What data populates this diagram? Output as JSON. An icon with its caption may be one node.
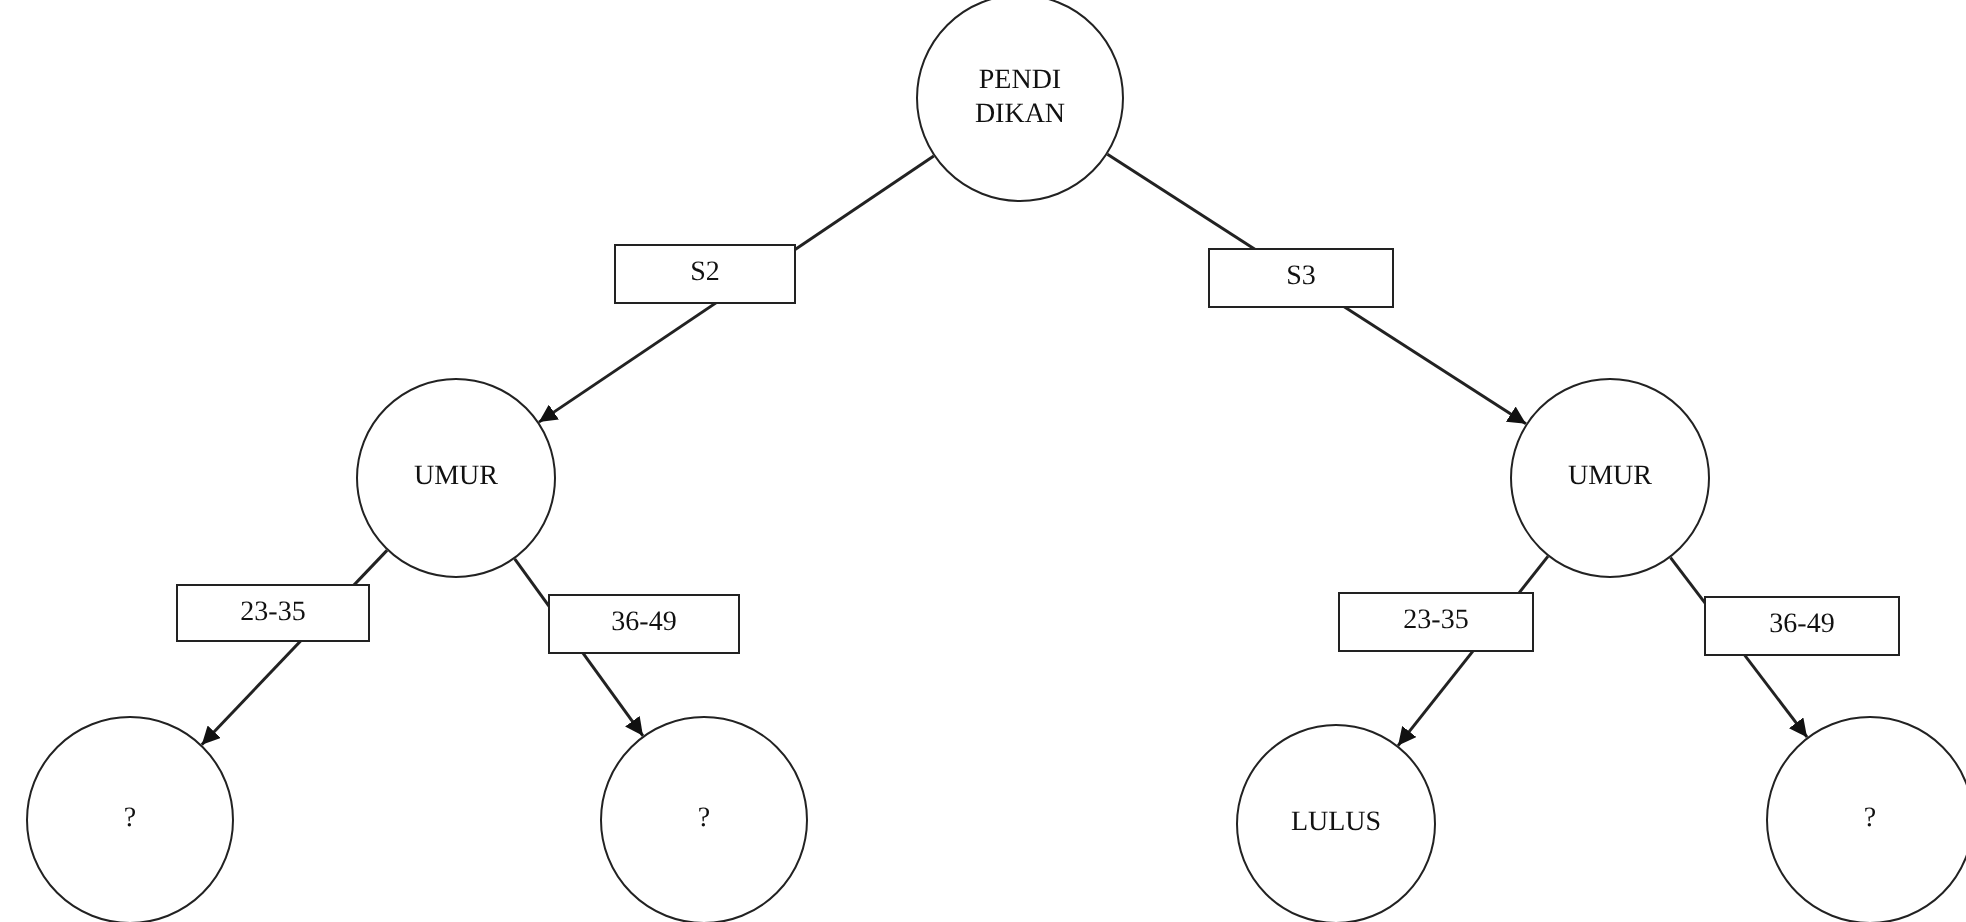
{
  "diagram": {
    "nodes": [
      {
        "text": [
          "PENDI DIKAN"
        ]
      },
      {
        "text": [
          "UMUR"
        ]
      },
      {
        "text": [
          "UMUR"
        ]
      },
      {
        "text": [
          "?"
        ]
      },
      {
        "text": [
          "?"
        ]
      },
      {
        "text": [
          "LULUS"
        ]
      },
      {
        "text": [
          "?"
        ]
      }
    ],
    "edges": [
      {
        "from": 0,
        "to": 1,
        "arrow": "to",
        "label": "S2"
      },
      {
        "from": 0,
        "to": 2,
        "arrow": "to",
        "label": "S3"
      },
      {
        "from": 1,
        "to": 3,
        "arrow": "to",
        "label": "23-35"
      },
      {
        "from": 1,
        "to": 4,
        "arrow": "to",
        "label": "36-49"
      },
      {
        "from": 2,
        "to": 5,
        "arrow": "to",
        "label": "23-35"
      },
      {
        "from": 2,
        "to": 6,
        "arrow": "to",
        "label": "36-49"
      }
    ]
  }
}
